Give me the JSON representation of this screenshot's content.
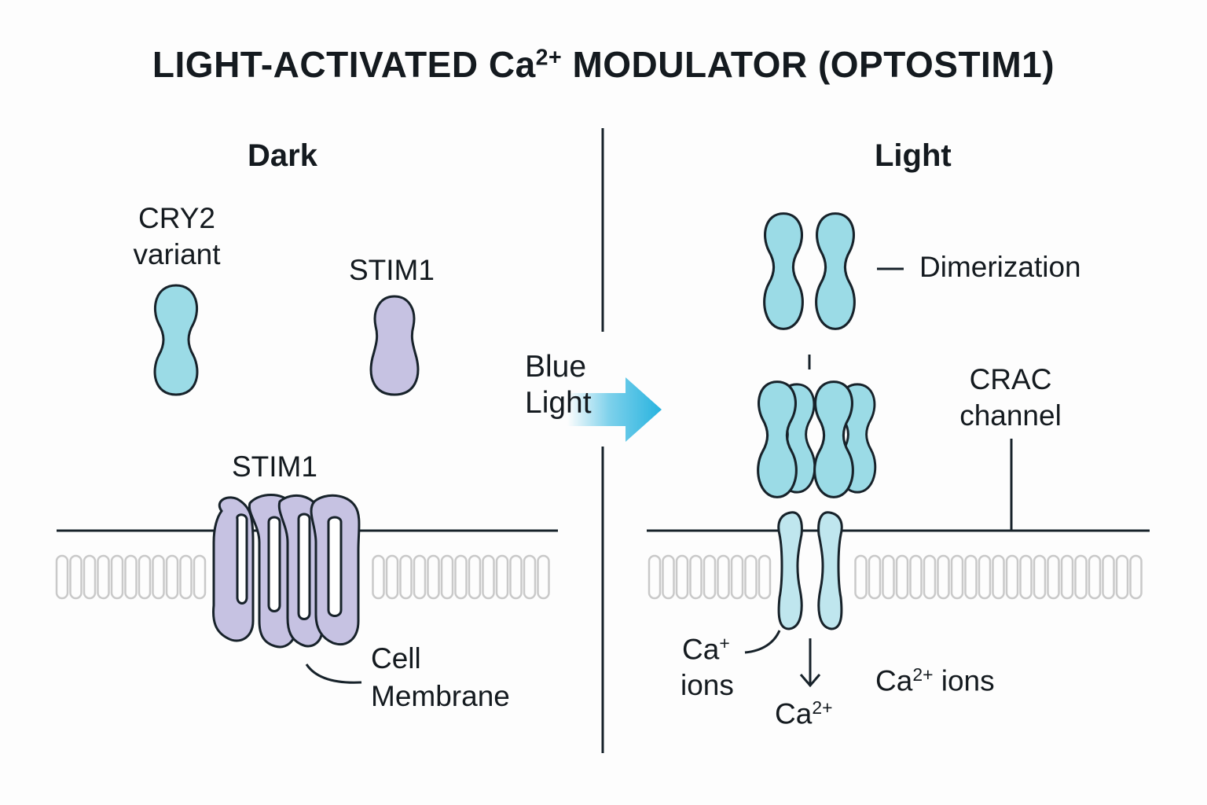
{
  "title": {
    "main": "LIGHT-ACTIVATED Ca",
    "sup": "2+",
    "rest": " MODULATOR (OPTOSTIM1)"
  },
  "dark_panel": {
    "heading": "Dark",
    "cry2_line1": "CRY2",
    "cry2_line2": "variant",
    "stim1_free": "STIM1",
    "stim1_membrane": "STIM1",
    "cell_membrane_line1": "Cell",
    "cell_membrane_line2": "Membrane"
  },
  "arrow": {
    "line1": "Blue",
    "line2": "Light"
  },
  "light_panel": {
    "heading": "Light",
    "dimerization": "Dimerization",
    "crac_line1": "CRAC",
    "crac_line2": "channel",
    "ca_ions_left_main": "Ca",
    "ca_ions_left_sup": "+",
    "ca_ions_left_line2": "ions",
    "ca_bottom_main": "Ca",
    "ca_bottom_sup": "2+",
    "ca_ions_right_main": "Ca",
    "ca_ions_right_sup": "2+",
    "ca_ions_right_rest": " ions"
  },
  "colors": {
    "cry2_fill": "#9bdbe6",
    "stim1_fill": "#c6c2e2",
    "channel_fill": "#bfe6ee",
    "outline": "#17222a",
    "membrane_bead": "#c9c9c9",
    "arrow_blue": "#27b3df"
  }
}
